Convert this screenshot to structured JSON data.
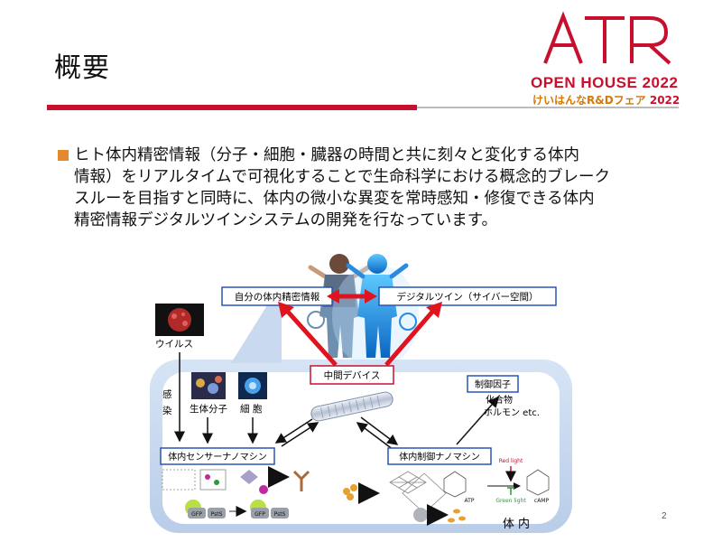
{
  "slide": {
    "title": "概要",
    "page_number": "2"
  },
  "logo": {
    "brand": "ATR",
    "event": "OPEN HOUSE 2022",
    "subtitle_jp": "けいはんなR&Dフェア",
    "subtitle_year": "2022"
  },
  "bullet": {
    "lines": [
      "ヒト体内精密情報（分子・細胞・臓器の時間と共に刻々と変化する体内",
      "情報）をリアルタイムで可視化することで生命科学における概念的ブレーク",
      "スルーを目指すと同時に、体内の微小な異変を常時感知・修復できる体内",
      "精密情報デジタルツインシステムの開発を行なっています。"
    ]
  },
  "diagram": {
    "self_info": "自分の体内精密情報",
    "digital_twin": "デジタルツイン（サイバー空間）",
    "virus": "ウイルス",
    "infection_char1": "感",
    "infection_char2": "染",
    "biomolecule": "生体分子",
    "cell": "細 胞",
    "intermediate_device": "中間デバイス",
    "control_factor": "制御因子",
    "compound": "化合物",
    "hormone": "ホルモン etc.",
    "sensor_nanomachine": "体内センサーナノマシン",
    "control_nanomachine": "体内制御ナノマシン",
    "in_body": "体 内",
    "gfp": "GFP",
    "psts": "PstS",
    "atp": "ATP",
    "camp": "cAMP",
    "red_light": "Red light",
    "green_light": "Green light"
  },
  "colors": {
    "accent_red": "#c8102e",
    "bullet_orange": "#e38a2e",
    "label_border_blue": "#2a55b5",
    "body_region_blue": "#c9daf0"
  }
}
